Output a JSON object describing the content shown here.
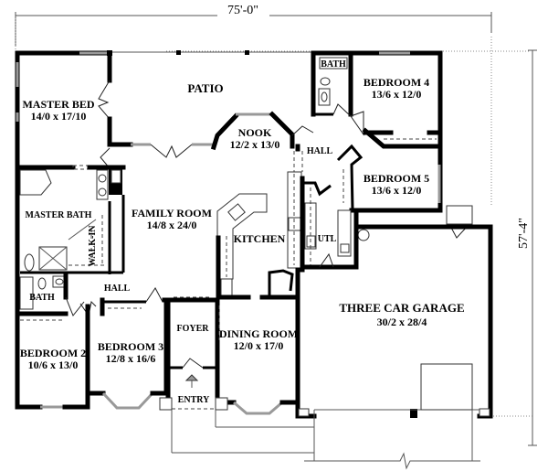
{
  "dimensions": {
    "width": "75'-0\"",
    "depth": "57'-4\""
  },
  "rooms": {
    "master_bed": {
      "name": "MASTER BED",
      "size": "14/0 x 17/10"
    },
    "patio": {
      "name": "PATIO"
    },
    "nook": {
      "name": "NOOK",
      "size": "12/2 x 13/0"
    },
    "bath_upper": {
      "name": "BATH"
    },
    "bedroom4": {
      "name": "BEDROOM 4",
      "size": "13/6 x 12/0"
    },
    "hall_upper": {
      "name": "HALL"
    },
    "bedroom5": {
      "name": "BEDROOM 5",
      "size": "13/6 x 12/0"
    },
    "master_bath": {
      "name": "MASTER BATH"
    },
    "walk_in": {
      "name": "WALK-IN"
    },
    "family_room": {
      "name": "FAMILY ROOM",
      "size": "14/8 x 24/0"
    },
    "kitchen": {
      "name": "KITCHEN"
    },
    "utl": {
      "name": "UTL"
    },
    "bath_lower": {
      "name": "BATH"
    },
    "hall_lower": {
      "name": "HALL"
    },
    "garage": {
      "name": "THREE CAR GARAGE",
      "size": "30/2 x 28/4"
    },
    "foyer": {
      "name": "FOYER"
    },
    "dining_room": {
      "name": "DINING ROOM",
      "size": "12/0 x 17/0"
    },
    "bedroom2": {
      "name": "BEDROOM 2",
      "size": "10/6 x 13/0"
    },
    "bedroom3": {
      "name": "BEDROOM 3",
      "size": "12/8 x 16/6"
    },
    "entry": {
      "name": "ENTRY"
    }
  }
}
